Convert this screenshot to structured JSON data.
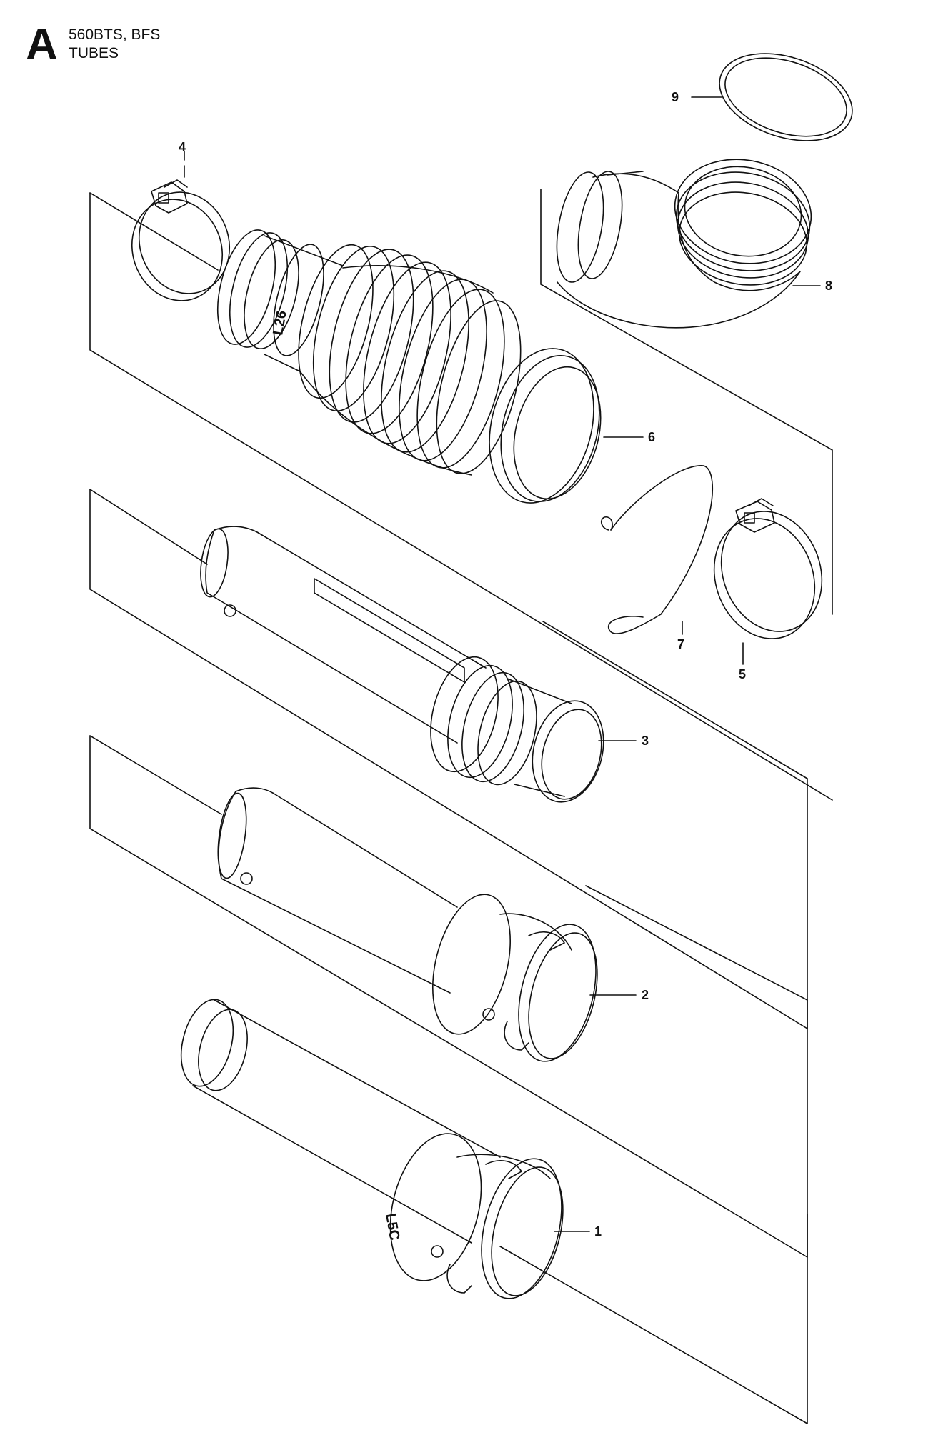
{
  "header": {
    "section_letter": "A",
    "model": "560BTS, BFS",
    "group": "TUBES"
  },
  "parts": [
    {
      "number": "1",
      "name": "tube-end-with-marking"
    },
    {
      "number": "2",
      "name": "tube-middle"
    },
    {
      "number": "3",
      "name": "tube-upper-with-slot"
    },
    {
      "number": "4",
      "name": "hose-clamp-left"
    },
    {
      "number": "5",
      "name": "hose-clamp-right"
    },
    {
      "number": "6",
      "name": "bellows-ring"
    },
    {
      "number": "7",
      "name": "retaining-wire"
    },
    {
      "number": "8",
      "name": "elbow-tube"
    },
    {
      "number": "9",
      "name": "o-ring"
    }
  ],
  "stamps": {
    "bellows": "L26",
    "end_tube": "L5C"
  }
}
